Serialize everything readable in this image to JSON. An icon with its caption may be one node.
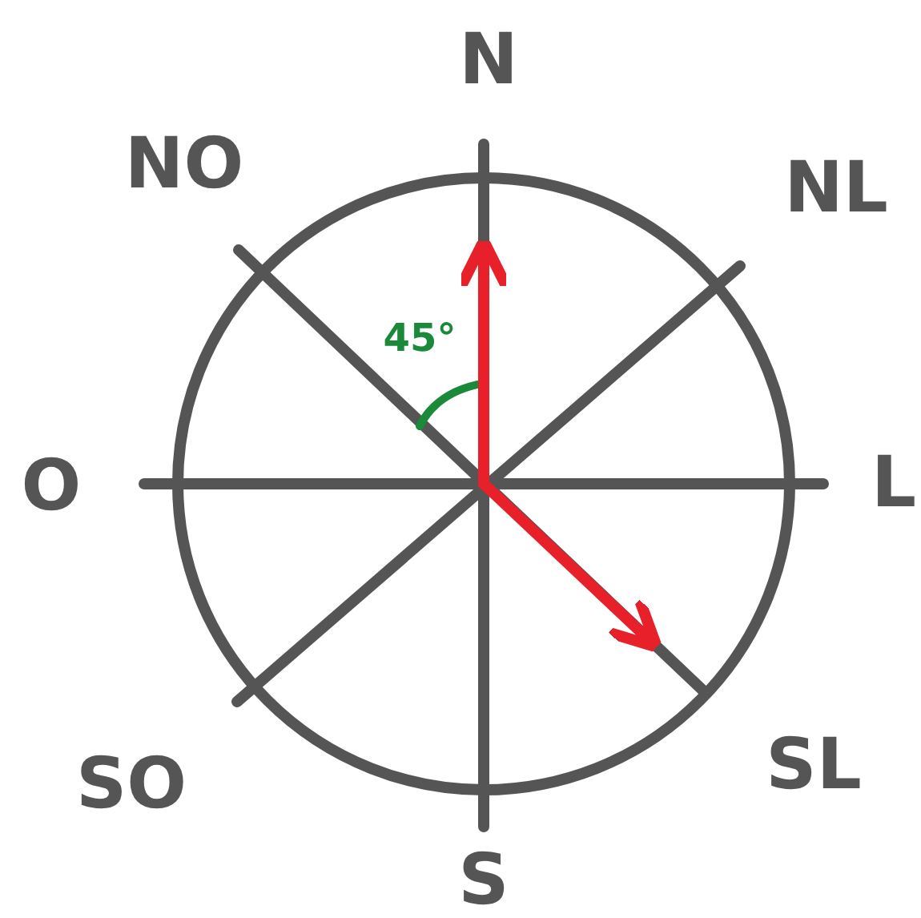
{
  "diagram": {
    "labels": [
      "N",
      "NO",
      "NL",
      "O",
      "L",
      "SO",
      "SL",
      "S",
      "45°"
    ]
  }
}
